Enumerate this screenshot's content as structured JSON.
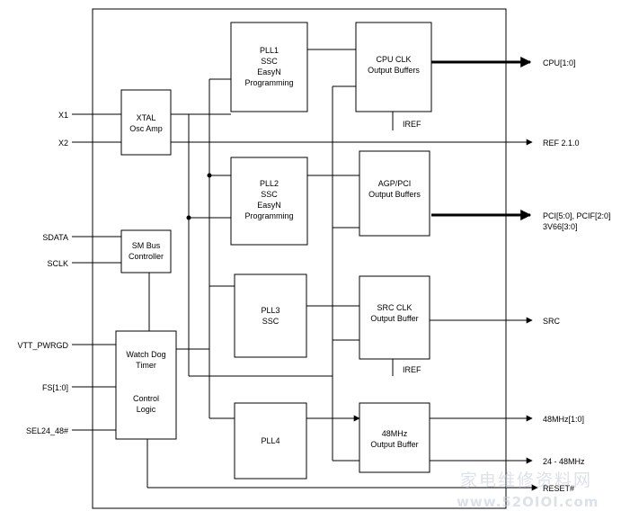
{
  "blocks": {
    "pll1": [
      "PLL1",
      "SSC",
      "EasyN",
      "Programming"
    ],
    "pll2": [
      "PLL2",
      "SSC",
      "EasyN",
      "Programming"
    ],
    "pll3": [
      "PLL3",
      "SSC"
    ],
    "pll4": [
      "PLL4"
    ],
    "xtal": [
      "XTAL",
      "Osc Amp"
    ],
    "smbus": [
      "SM Bus",
      "Controller"
    ],
    "watchdog": [
      "Watch Dog",
      "Timer"
    ],
    "control": [
      "Control",
      "Logic"
    ],
    "cpu_buf": [
      "CPU CLK",
      "Output Buffers"
    ],
    "agp_buf": [
      "AGP/PCI",
      "Output Buffers"
    ],
    "src_buf": [
      "SRC CLK",
      "Output Buffer"
    ],
    "mhz48_buf": [
      "48MHz",
      "Output Buffer"
    ]
  },
  "inputs": {
    "x1": "X1",
    "x2": "X2",
    "sdata": "SDATA",
    "sclk": "SCLK",
    "vtt": "VTT_PWRGD",
    "fs": "FS[1:0]",
    "sel": "SEL24_48#"
  },
  "outputs": {
    "cpu": "CPU[1:0]",
    "ref": "REF 2.1.0",
    "pci_1": "PCI[5:0], PCIF[2:0]",
    "pci_2": "3V66[3:0]",
    "src": "SRC",
    "mhz48": "48MHz[1:0]",
    "mhz24": "24 - 48MHz",
    "reset": "RESET#"
  },
  "iref": "IREF",
  "watermark": {
    "cn": "家电维修资料网",
    "url": "www.52OIOI.com"
  }
}
